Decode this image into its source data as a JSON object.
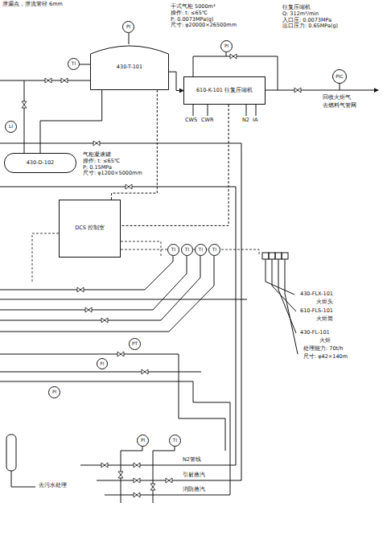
{
  "diagram": {
    "nodes": [
      {
        "text": [
          "430-T-101",
          "干式气柜 5000m³",
          "操作: t: ≤65℃",
          "P: 0.0073MPa(g)",
          "尺寸: φ20000×26500mm"
        ]
      },
      {
        "text": [
          "610-K-101 往复压缩机",
          "往复压缩机",
          "Q: 312m³/min",
          "入口压: 0.0073MPa",
          "出口压力: 0.65MPa(g)"
        ]
      },
      {
        "text": [
          "430-D-102",
          "气柜凝液罐",
          "操作: t: ≤65℃",
          "P: 0.15MPa",
          "尺寸: φ1200×5000mm"
        ]
      },
      {
        "text": [
          "DCS 控制室"
        ]
      },
      {
        "text": [
          "PI"
        ]
      },
      {
        "text": [
          "TI"
        ]
      },
      {
        "text": [
          "PI"
        ]
      },
      {
        "text": [
          "PIC"
        ]
      },
      {
        "text": [
          "LI"
        ]
      },
      {
        "text": [
          "TI"
        ]
      },
      {
        "text": [
          "TI"
        ]
      },
      {
        "text": [
          "TI"
        ]
      },
      {
        "text": [
          "TI"
        ]
      },
      {
        "text": [
          "PT"
        ]
      },
      {
        "text": [
          "FI"
        ]
      },
      {
        "text": [
          "PI"
        ]
      },
      {
        "text": [
          "TI"
        ]
      },
      {
        "text": [
          "PI"
        ]
      }
    ],
    "edges": [
      {
        "from": 0,
        "to": 1,
        "arrow": "to"
      },
      {
        "from": 0,
        "to": 2,
        "arrow": "none"
      },
      {
        "from": 1,
        "to": 3,
        "arrow": "none"
      },
      {
        "from": 3,
        "to": 0,
        "arrow": "none"
      }
    ],
    "labels": [
      "泄漏点，泄流管径 6mm",
      "回收火炬气",
      "去燃料气管网",
      "CWS",
      "CWR",
      "N2",
      "IA",
      "430-FLX-101",
      "火炬头",
      "610-FLS-101",
      "火炬筒",
      "430-FL-101",
      "火炬",
      "处理能力: 70t/h",
      "尺寸: φ42×140m",
      "N2管线",
      "引射蒸汽",
      "消防蒸汽",
      "去污水处理"
    ]
  }
}
